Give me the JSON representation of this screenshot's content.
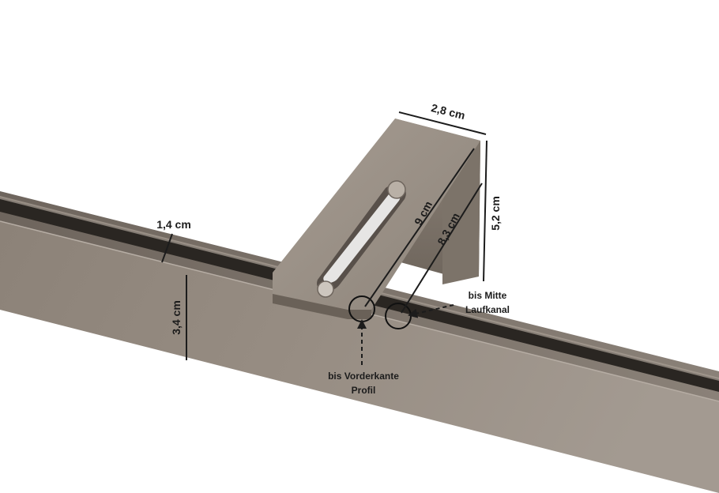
{
  "dimensions": {
    "width_top": "2,8 cm",
    "bracket_length": "9 cm",
    "to_channel": "8,3 cm",
    "bracket_height": "5,2 cm",
    "rail_width": "1,4 cm",
    "rail_height": "3,4 cm"
  },
  "notes": {
    "channel_line1": "bis Mitte",
    "channel_line2": "Laufkanal",
    "edge_line1": "bis Vorderkante",
    "edge_line2": "Profil"
  },
  "colors": {
    "background": "#ffffff",
    "metal": "#8f857b",
    "metal_dark": "#5f574f",
    "channel": "#2a2622",
    "annotation": "#1c1c1c"
  }
}
